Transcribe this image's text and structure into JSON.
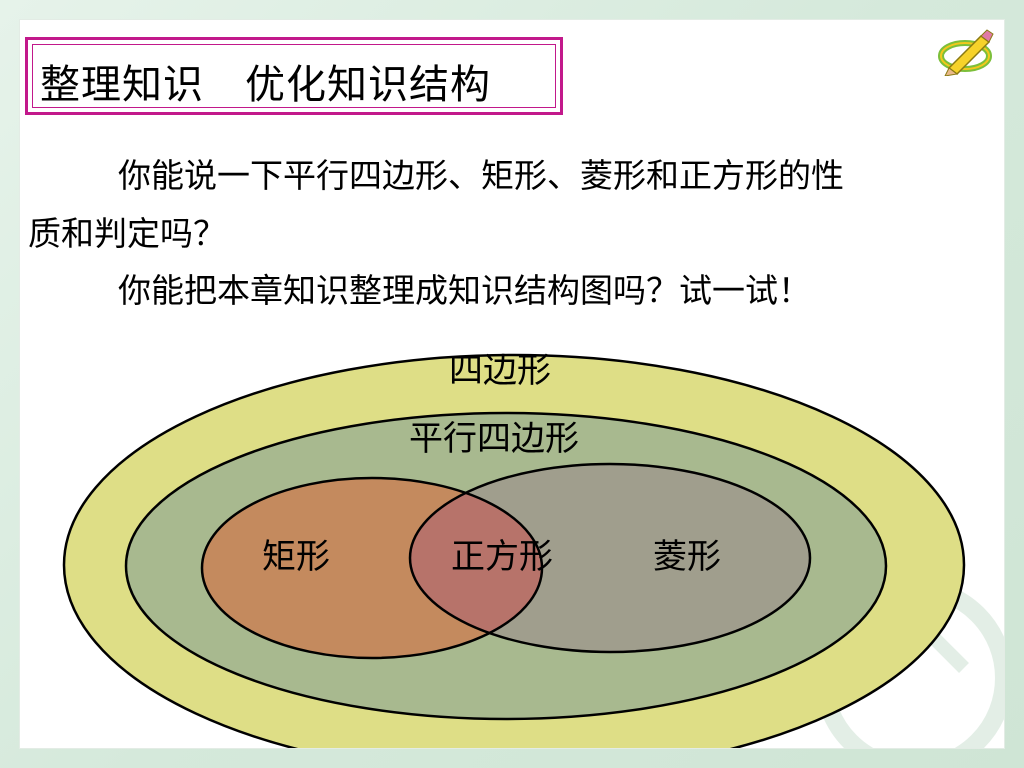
{
  "title": "整理知识　优化知识结构",
  "question1_line1": "你能说一下平行四边形、矩形、菱形和正方形的性",
  "question1_line2": "质和判定吗？",
  "question2": "你能把本章知识整理成知识结构图吗？试一试！",
  "diagram": {
    "outer_label": "四边形",
    "middle_label": "平行四边形",
    "left_label": "矩形",
    "center_label": "正方形",
    "right_label": "菱形",
    "colors": {
      "outer": "#dede86",
      "middle": "#a8b98f",
      "left": "#c48a5e",
      "right": "#a09e8d",
      "overlap": "#b7736a",
      "stroke": "#000000"
    }
  },
  "icons": {
    "logo": "pencil-ring-logo-icon"
  },
  "colors": {
    "title_border": "#c2188b",
    "background": "#d9ecdf"
  }
}
